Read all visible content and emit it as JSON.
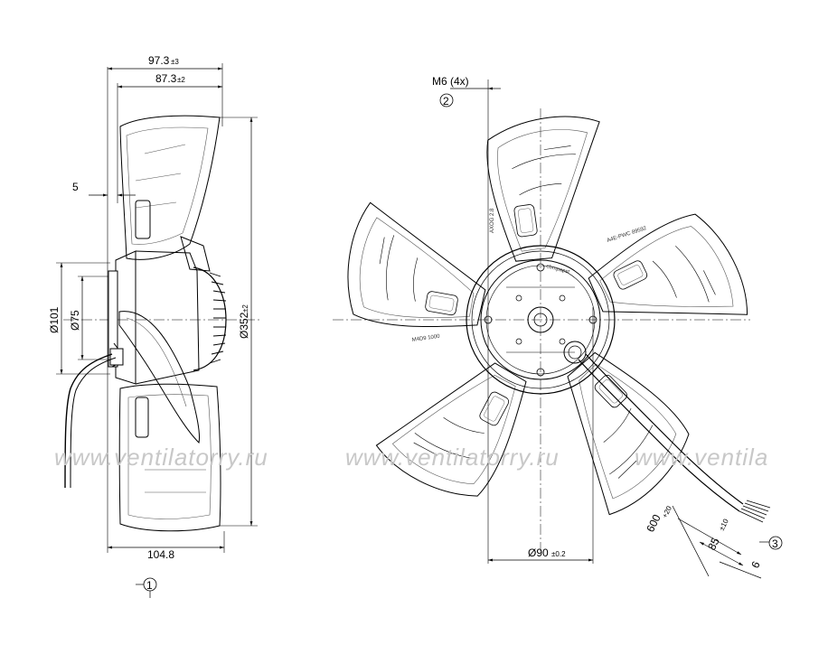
{
  "side_view": {
    "overall_depth": {
      "value": "97.3",
      "tol": "±3"
    },
    "blade_depth": {
      "value": "87.3",
      "tol": "±2"
    },
    "offset": "5",
    "hub_diameter_outer": "Ø101",
    "hub_diameter_inner": "Ø75",
    "fan_diameter": {
      "value": "Ø352",
      "tol": "±2"
    },
    "total_depth": "104.8",
    "note_marker": "1"
  },
  "front_view": {
    "thread": "M6 (4x)",
    "thread_marker": "2",
    "bolt_circle": {
      "value": "Ø90",
      "tol": "±0.2"
    },
    "cable_length": {
      "value": "600",
      "tol": "+20"
    },
    "strip_length": {
      "value": "85",
      "tol": "±10"
    },
    "wire_strip": "6",
    "cable_marker": "3",
    "blade_label_a": "A4E-PWC 89592",
    "blade_label_b": "AXOG 2.8",
    "hub_label_a": "ebmpapst",
    "hub_label_b": "M4D9 1000"
  },
  "watermark": {
    "text_1": "www.ventilatorry.ru",
    "text_2": "www.ventilatorry.ru",
    "text_3": "www.ventila"
  }
}
